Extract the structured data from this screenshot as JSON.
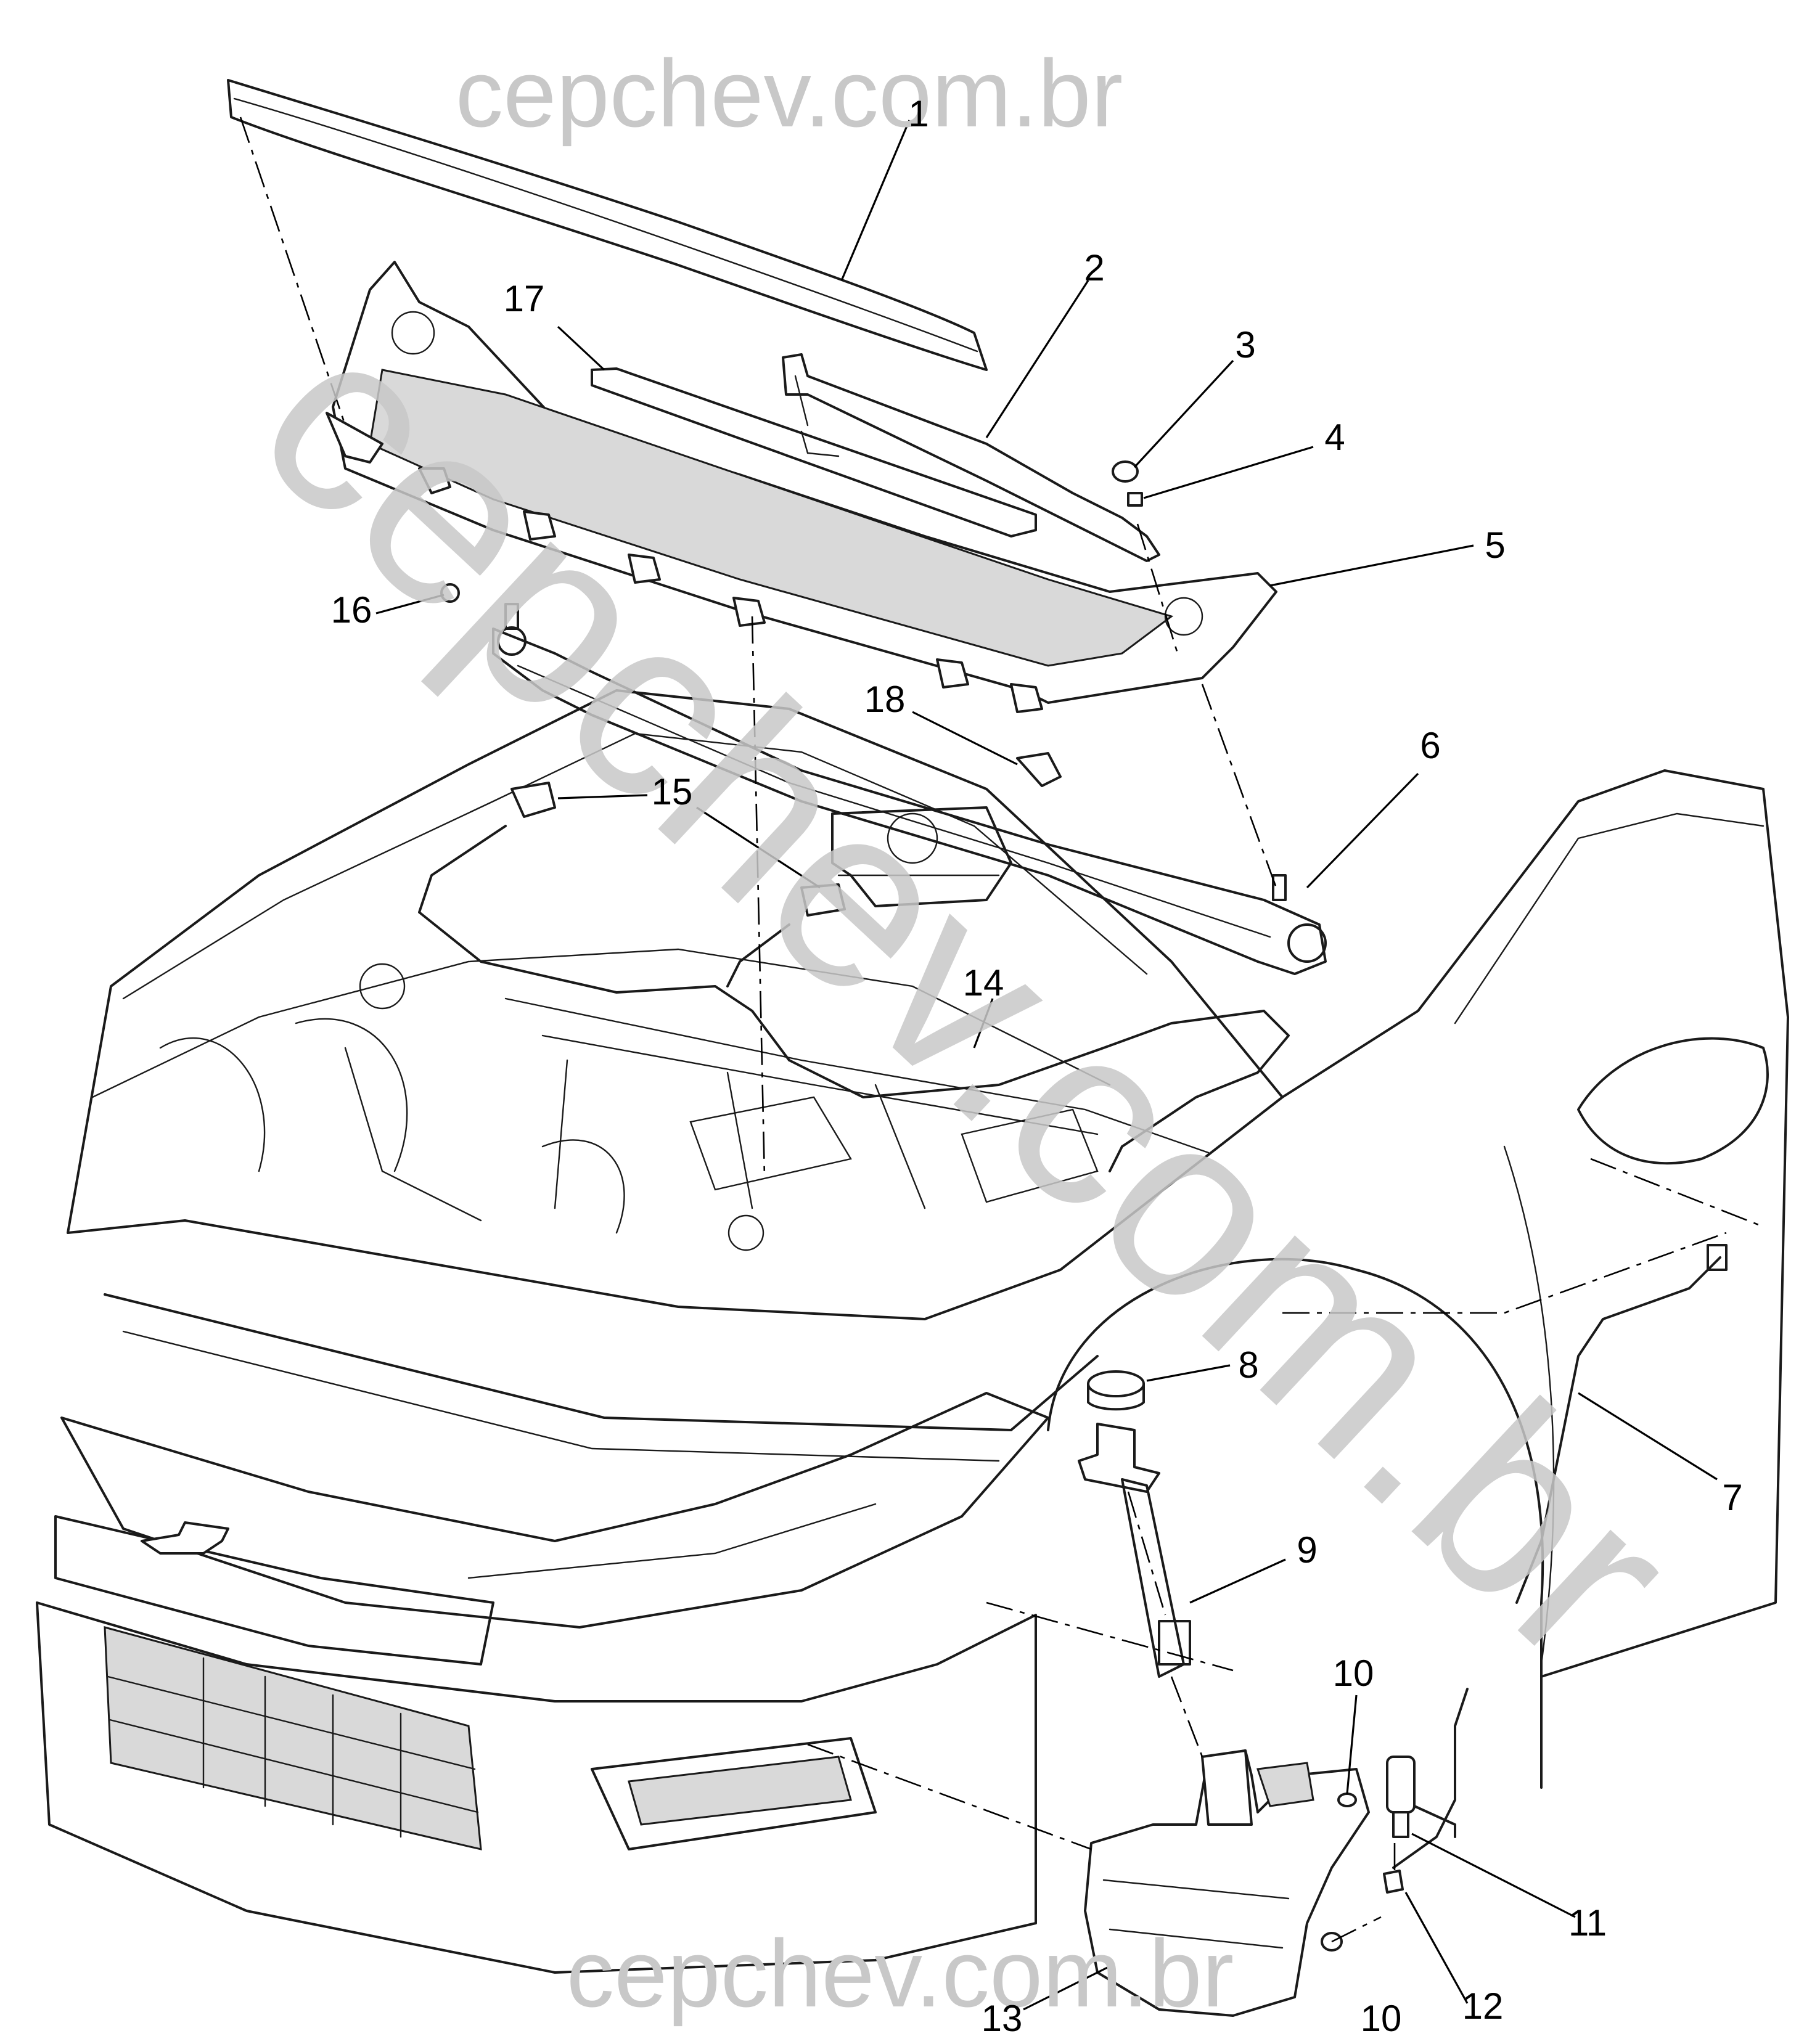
{
  "watermarks": {
    "top": "cepchev.com.br",
    "diagonal": "cepchev.com.br",
    "bottom": "cepchev.com.br"
  },
  "callouts": [
    {
      "id": "1",
      "label": "1"
    },
    {
      "id": "2",
      "label": "2"
    },
    {
      "id": "3",
      "label": "3"
    },
    {
      "id": "4",
      "label": "4"
    },
    {
      "id": "5",
      "label": "5"
    },
    {
      "id": "6",
      "label": "6"
    },
    {
      "id": "7",
      "label": "7"
    },
    {
      "id": "8",
      "label": "8"
    },
    {
      "id": "9",
      "label": "9"
    },
    {
      "id": "10a",
      "label": "10"
    },
    {
      "id": "10b",
      "label": "10"
    },
    {
      "id": "11",
      "label": "11"
    },
    {
      "id": "12",
      "label": "12"
    },
    {
      "id": "13",
      "label": "13"
    },
    {
      "id": "14",
      "label": "14"
    },
    {
      "id": "15",
      "label": "15"
    },
    {
      "id": "16",
      "label": "16"
    },
    {
      "id": "17",
      "label": "17"
    },
    {
      "id": "18",
      "label": "18"
    }
  ],
  "colors": {
    "line": "#1a1a1a",
    "watermark": "#c8c8c8",
    "background": "#ffffff"
  }
}
